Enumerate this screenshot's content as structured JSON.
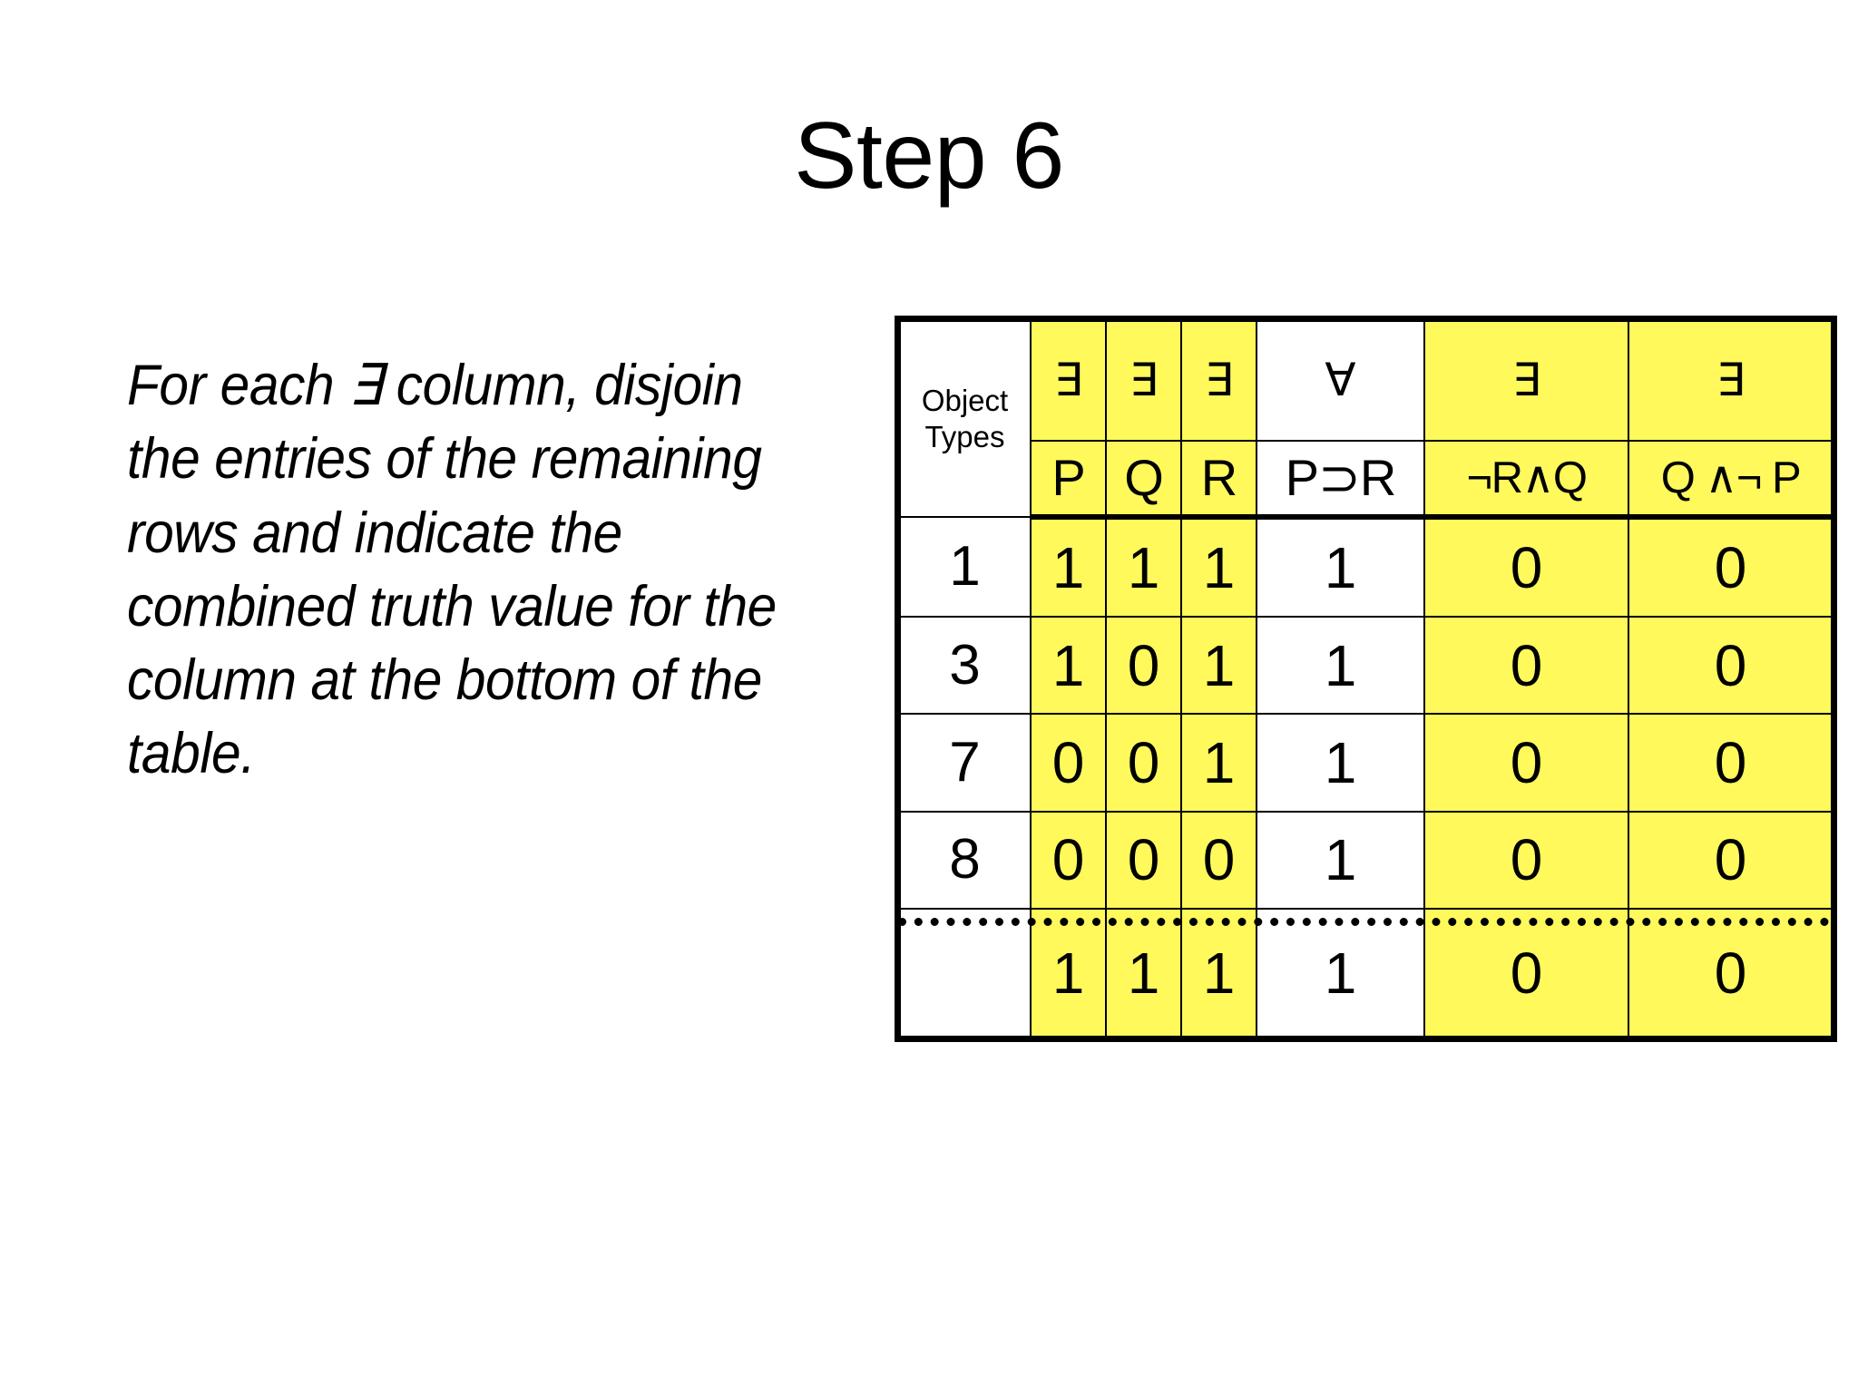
{
  "slide": {
    "title": "Step 6",
    "instruction": "For each ∃ column, disjoin the entries of the remaining rows and indicate the combined truth value for the column at the bottom of the table."
  },
  "colors": {
    "highlight_yellow": "#FFF95C",
    "border_black": "#000000",
    "background_white": "#FFFFFF",
    "text_black": "#000000"
  },
  "table": {
    "object_types_label_line1": "Object",
    "object_types_label_line2": "Types",
    "quantifier_row": [
      "",
      "∃",
      "∃",
      "∃",
      "∀",
      "∃",
      "∃"
    ],
    "formula_row": [
      "",
      "P",
      "Q",
      "R",
      "P⊃R",
      "¬R∧Q",
      "Q ∧¬ P"
    ],
    "highlighted_columns": [
      false,
      true,
      true,
      true,
      false,
      true,
      true
    ],
    "rows": [
      {
        "object_type": "1",
        "values": [
          "1",
          "1",
          "1",
          "1",
          "0",
          "0"
        ]
      },
      {
        "object_type": "3",
        "values": [
          "1",
          "0",
          "1",
          "1",
          "0",
          "0"
        ]
      },
      {
        "object_type": "7",
        "values": [
          "0",
          "0",
          "1",
          "1",
          "0",
          "0"
        ]
      },
      {
        "object_type": "8",
        "values": [
          "0",
          "0",
          "0",
          "1",
          "0",
          "0"
        ]
      }
    ],
    "summary_row": {
      "object_type": "",
      "values": [
        "1",
        "1",
        "1",
        "1",
        "0",
        "0"
      ]
    }
  }
}
